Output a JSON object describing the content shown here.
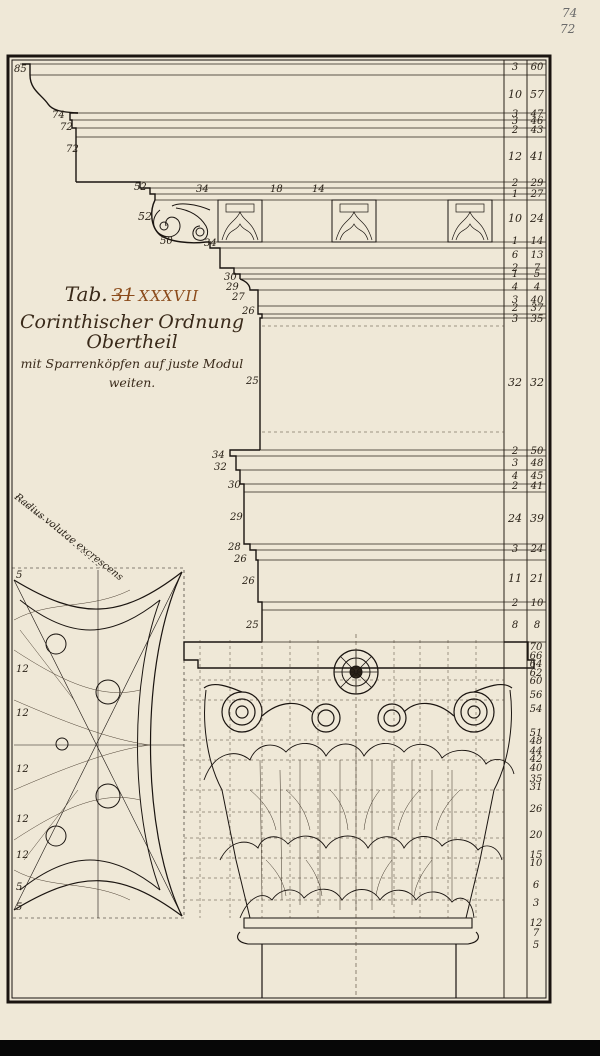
{
  "page": {
    "corner_notes": [
      "74",
      "72"
    ],
    "title": {
      "tab_prefix": "Tab.",
      "tab_number_struck": "31",
      "tab_number": "XXXVII",
      "main": "Corinthischer Ordnung Obertheil",
      "sub_line1": "mit Sparrenköpfen auf juste Modul",
      "sub_line2": "weiten."
    },
    "volute_caption": "Radius volutae excrescens",
    "left_dimensions": [
      "85",
      "74",
      "72",
      "72",
      "52",
      "52",
      "50",
      "34",
      "30",
      "29",
      "27",
      "26",
      "25",
      "34",
      "32",
      "30",
      "29",
      "28",
      "26",
      "26",
      "25"
    ],
    "top_row_labels": [
      "52",
      "34",
      "18",
      "14"
    ],
    "right_scale": [
      {
        "a": "3",
        "b": "60"
      },
      {
        "a": "10",
        "b": "57"
      },
      {
        "a": "3",
        "b": "47"
      },
      {
        "a": "3",
        "b": "46"
      },
      {
        "a": "2",
        "b": "43"
      },
      {
        "a": "12",
        "b": "41"
      },
      {
        "a": "2",
        "b": "29"
      },
      {
        "a": "1",
        "b": "27"
      },
      {
        "a": "10",
        "b": "24"
      },
      {
        "a": "1",
        "b": "14"
      },
      {
        "a": "6",
        "b": "13"
      },
      {
        "a": "2",
        "b": "7"
      },
      {
        "a": "1",
        "b": "5"
      },
      {
        "a": "4",
        "b": "4"
      },
      {
        "a": "3",
        "b": "40"
      },
      {
        "a": "2",
        "b": "37"
      },
      {
        "a": "3",
        "b": "35"
      },
      {
        "a": "32",
        "b": "32"
      },
      {
        "a": "2",
        "b": "50"
      },
      {
        "a": "3",
        "b": "48"
      },
      {
        "a": "4",
        "b": "45"
      },
      {
        "a": "2",
        "b": "41"
      },
      {
        "a": "24",
        "b": "39"
      },
      {
        "a": "3",
        "b": "24"
      },
      {
        "a": "11",
        "b": "21"
      },
      {
        "a": "2",
        "b": "10"
      },
      {
        "a": "8",
        "b": "8"
      }
    ],
    "capital_scale": [
      "70",
      "66",
      "64",
      "62",
      "60",
      "56",
      "54",
      "51",
      "48",
      "44",
      "42",
      "40",
      "35",
      "31",
      "26",
      "20",
      "15",
      "10",
      "6",
      "3",
      "12",
      "7",
      "5"
    ],
    "left_grid_labels": [
      "5",
      "12",
      "12",
      "12",
      "12",
      "12",
      "5",
      "5"
    ]
  }
}
